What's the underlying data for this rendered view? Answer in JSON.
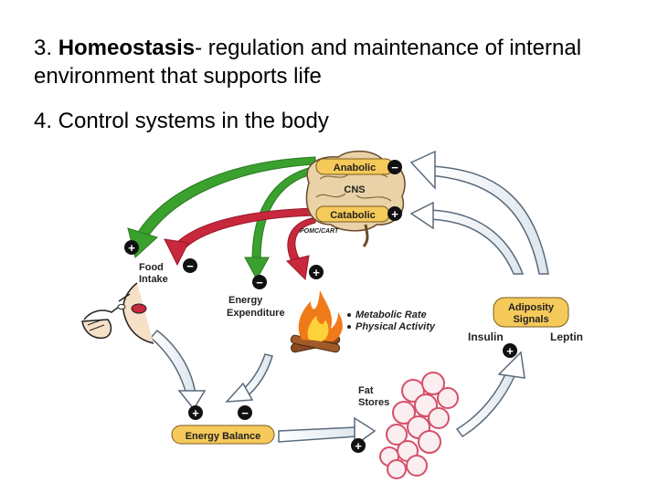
{
  "slide": {
    "point3_number": "3.",
    "point3_term": "Homeostasis",
    "point3_rest": "- regulation and maintenance of internal environment that supports life",
    "point4": "4. Control systems in the body"
  },
  "diagram": {
    "anabolic": "Anabolic",
    "cns": "CNS",
    "catabolic": "Catabolic",
    "pomc_cart": "POMC/CART",
    "food_intake_line1": "Food",
    "food_intake_line2": "Intake",
    "energy_expenditure_line1": "Energy",
    "energy_expenditure_line2": "Expenditure",
    "bullet1": "Metabolic  Rate",
    "bullet2": "Physical  Activity",
    "adiposity_line1": "Adiposity",
    "adiposity_line2": "Signals",
    "insulin": "Insulin",
    "leptin": "Leptin",
    "fat_stores_line1": "Fat",
    "fat_stores_line2": "Stores",
    "energy_balance": "Energy  Balance",
    "plus": "+",
    "minus": "−"
  },
  "colors": {
    "pill_fill": "#f5c95a",
    "green_arrow": "#3aa02e",
    "red_arrow": "#c8283c",
    "outline_arrow": "#5a6a7a",
    "fat_cell": "#d4506a"
  }
}
